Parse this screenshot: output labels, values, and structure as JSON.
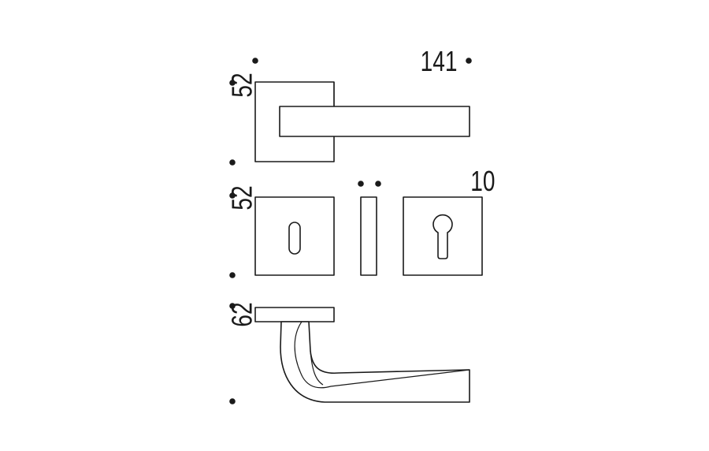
{
  "dimensions": {
    "overall_width": "141",
    "top_rose_height": "52",
    "escutcheon_height": "52",
    "thickness": "10",
    "side_height": "62"
  },
  "colors": {
    "line": "#1a1a1a",
    "background": "#ffffff"
  }
}
